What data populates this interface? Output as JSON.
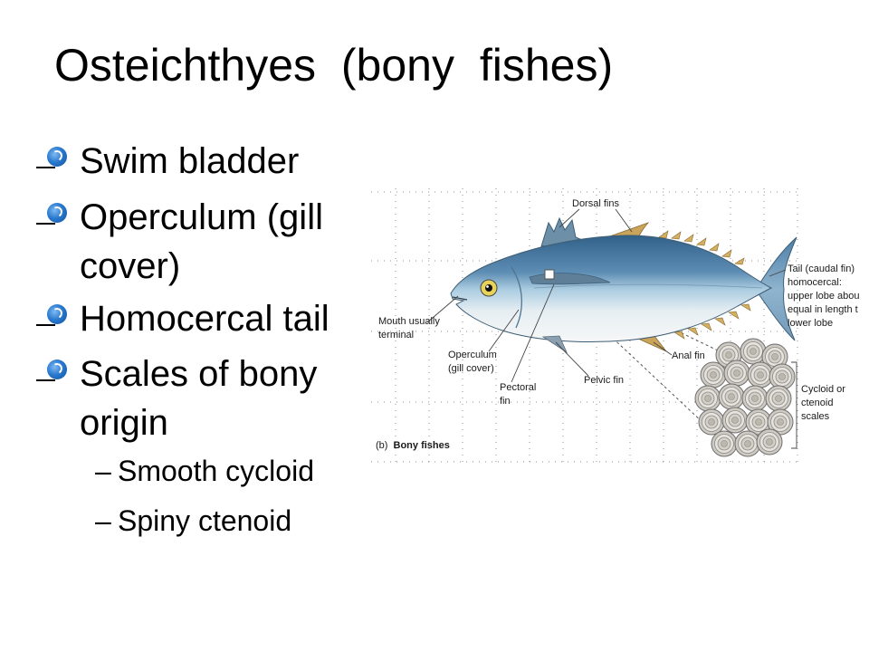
{
  "slide": {
    "title": "Osteichthyes (bony fishes)"
  },
  "bullets": [
    {
      "text": "Swim bladder"
    },
    {
      "text": "Operculum (gill cover)"
    },
    {
      "text": "Homocercal tail"
    },
    {
      "text": "Scales of bony origin"
    }
  ],
  "sub_bullets": [
    {
      "marker": "–",
      "text": "Smooth cycloid"
    },
    {
      "marker": "–",
      "text": "Spiny ctenoid"
    }
  ],
  "figure": {
    "labels": {
      "dorsal_fins": "Dorsal fins",
      "tail": [
        "Tail (caudal fin)",
        "homocercal:",
        "upper lobe abou",
        "equal in length t",
        "lower lobe"
      ],
      "mouth": [
        "Mouth usually",
        "terminal"
      ],
      "operculum": [
        "Operculum",
        "(gill cover)"
      ],
      "pectoral": [
        "Pectoral",
        "fin"
      ],
      "pelvic": "Pelvic fin",
      "anal": "Anal fin",
      "scales": [
        "Cycloid or",
        "ctenoid",
        "scales"
      ]
    },
    "caption": {
      "letter": "(b)",
      "text": "Bony fishes"
    }
  },
  "icons": {
    "bullet": "blue-sphere-bullet-icon"
  },
  "colors": {
    "bullet_blue": "#2a7ad0",
    "fish_back": "#2f5f87",
    "fish_belly": "#f4f6f7",
    "fin_yellow": "#c9a45a",
    "text": "#000000"
  }
}
